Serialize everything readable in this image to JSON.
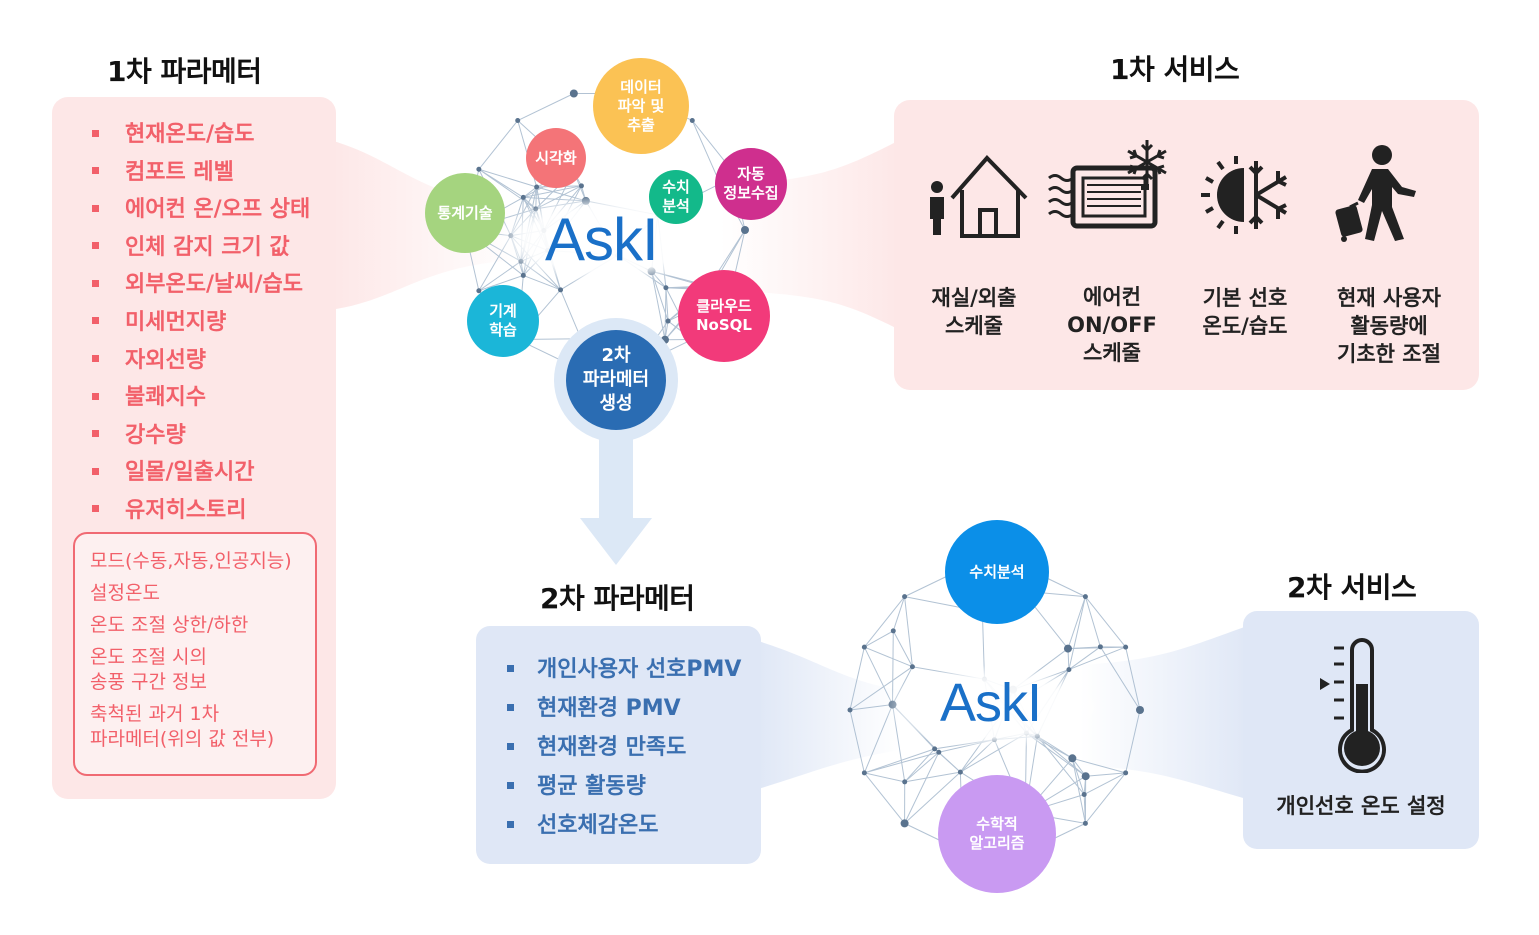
{
  "headings": {
    "primary_params": "1차 파라메터",
    "primary_services": "1차 서비스",
    "secondary_params": "2차 파라메터",
    "secondary_services": "2차 서비스"
  },
  "primary_params": {
    "items": [
      "현재온도/습도",
      "컴포트 레벨",
      "에어컨 온/오프 상태",
      "인체 감지 크기 값",
      "외부온도/날씨/습도",
      "미세먼지량",
      "자외선량",
      "불쾌지수",
      "강수량",
      "일몰/일출시간",
      "유저히스토리"
    ],
    "sub_items": [
      "모드(수동,자동,인공지능)",
      "설정온도",
      "온도 조절 상한/하한",
      "온도 조절 시의\n송풍 구간 정보",
      "축척된 과거 1차\n파라메터(위의 값 전부)"
    ]
  },
  "engine_top": {
    "logo": "AskI",
    "bubbles": {
      "data_extract": "데이터\n파악 및\n추출",
      "visualize": "시각화",
      "auto_collect": "자동\n정보수집",
      "stat": "통계기술",
      "numeric": "수치\n분석",
      "ml": "기계\n학습",
      "cloud": "클라우드\nNoSQL",
      "gen2": "2차\n파라메터\n생성"
    }
  },
  "primary_services": {
    "items": [
      {
        "label": "재실/외출\n스케줄",
        "icon": "home-presence-icon"
      },
      {
        "label": "에어컨\nON/OFF\n스케줄",
        "icon": "aircon-snowflake-icon"
      },
      {
        "label": "기본 선호\n온도/습도",
        "icon": "sun-snowflake-icon"
      },
      {
        "label": "현재 사용자\n활동량에\n기초한 조절",
        "icon": "walking-traveler-icon"
      }
    ]
  },
  "secondary_params": {
    "items": [
      "개인사용자 선호PMV",
      "현재환경 PMV",
      "현재환경 만족도",
      "평균 활동량",
      "선호체감온도"
    ]
  },
  "engine_bottom": {
    "logo": "AskI",
    "bubbles": {
      "numeric": "수치분석",
      "math": "수학적\n알고리즘"
    }
  },
  "secondary_services": {
    "label": "개인선호 온도 설정",
    "icon": "thermometer-icon"
  },
  "colors": {
    "pink_text": "#f2606a",
    "blue_text": "#3a6fb0",
    "logo": "#1a70c8",
    "yellow": "#fbc254",
    "coral": "#f47478",
    "magenta": "#cf2f8e",
    "green": "#a5d47f",
    "teal": "#13b98a",
    "cyan": "#1bb6d8",
    "pink": "#f23a7a",
    "navy": "#2a6cb3",
    "blue": "#0b8fe8",
    "lavender": "#c99af2"
  }
}
